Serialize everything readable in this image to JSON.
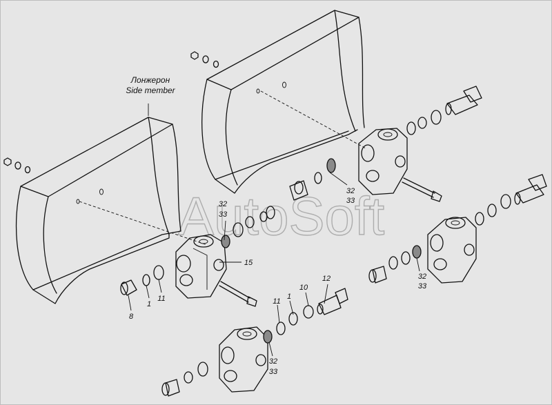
{
  "side_member": {
    "ru": "Лонжерон",
    "en": "Side member"
  },
  "watermark": "AutoSoft",
  "callouts": {
    "c8": "8",
    "c1a": "1",
    "c11a": "11",
    "c15": "15",
    "c32a": "32",
    "c33a": "33",
    "c11b": "11",
    "c1b": "1",
    "c10": "10",
    "c12": "12",
    "c32b": "32",
    "c33b": "33",
    "c32c": "32",
    "c33c": "33",
    "c32d": "32",
    "c33d": "33"
  }
}
